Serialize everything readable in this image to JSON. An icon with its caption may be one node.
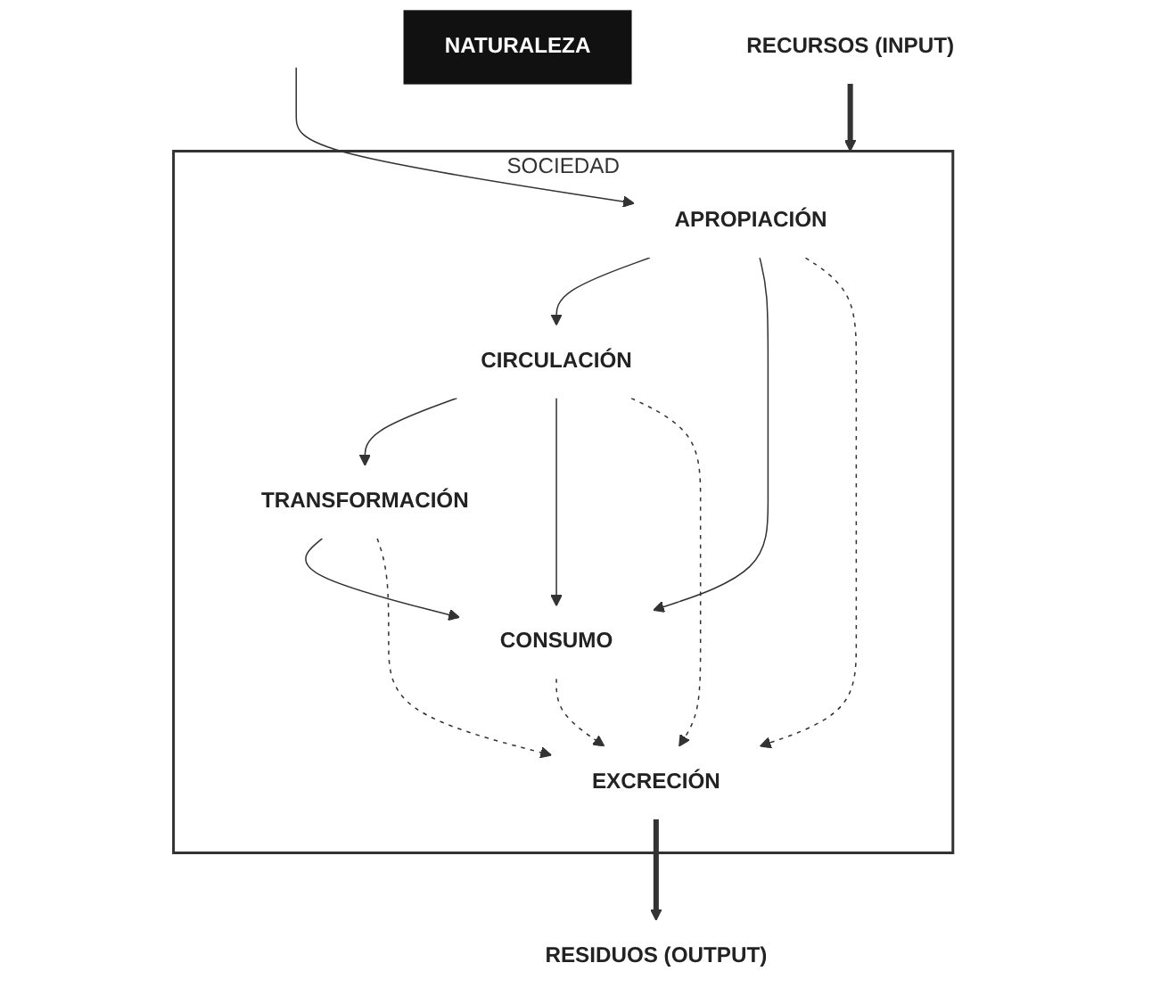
{
  "diagram": {
    "nodes": [
      {
        "text": [
          "RECURSOS (INPUT)"
        ]
      },
      {
        "text": [
          "SOCIEDAD"
        ]
      },
      {
        "text": [
          "APROPIACIÓN"
        ],
        "in": 1
      },
      {
        "text": [
          "CIRCULACIÓN"
        ],
        "in": 1
      },
      {
        "text": [
          "TRANSFORMACIÓN"
        ],
        "in": 1
      },
      {
        "text": [
          "CONSUMO"
        ],
        "in": 1
      },
      {
        "text": [
          "EXCRECIÓN"
        ],
        "in": 1
      },
      {
        "text": [
          "RESIDUOS (OUTPUT)"
        ]
      },
      {
        "text": [
          "NATURALEZA"
        ]
      }
    ],
    "edges": [
      {
        "from": 0,
        "to": 1,
        "arrow": "to",
        "style": "thick"
      },
      {
        "from": null,
        "to": 2,
        "arrow": "to"
      },
      {
        "from": 2,
        "to": 3,
        "arrow": "to"
      },
      {
        "from": 2,
        "to": 5,
        "arrow": "to"
      },
      {
        "from": 3,
        "to": 4,
        "arrow": "to"
      },
      {
        "from": 3,
        "to": 5,
        "arrow": "to"
      },
      {
        "from": 4,
        "to": 5,
        "arrow": "to"
      },
      {
        "from": 3,
        "to": 6,
        "arrow": "to",
        "style": "dashed"
      },
      {
        "from": 4,
        "to": 6,
        "arrow": "to",
        "style": "dashed"
      },
      {
        "from": 2,
        "to": 6,
        "arrow": "to",
        "style": "dashed"
      },
      {
        "from": 5,
        "to": 6,
        "arrow": "to",
        "style": "dashed"
      },
      {
        "from": 6,
        "to": 7,
        "arrow": "to",
        "style": "thick"
      }
    ]
  }
}
